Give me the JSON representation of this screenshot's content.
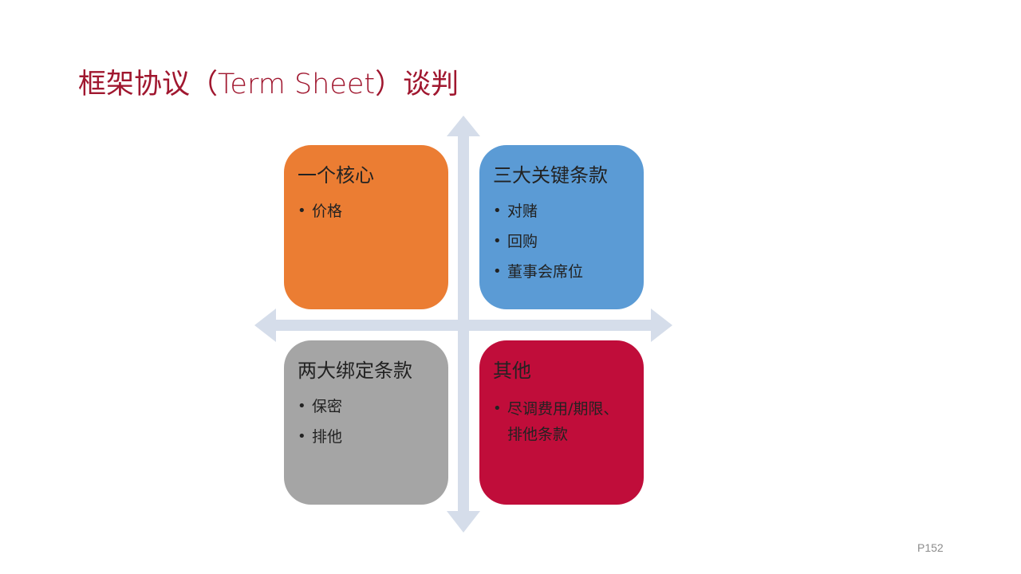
{
  "slide": {
    "title": "框架协议（Term Sheet）谈判",
    "page_number": "P152"
  },
  "colors": {
    "title": "#A0172F",
    "axis": "#D5DDEA",
    "top_left": "#EB7D33",
    "top_right": "#5B9BD5",
    "bottom_left": "#A5A5A5",
    "bottom_right": "#C00D3A",
    "page_number": "#8C8C8C"
  },
  "quadrants": [
    {
      "heading": "一个核心",
      "items": [
        "价格"
      ]
    },
    {
      "heading": "三大关键条款",
      "items": [
        "对赌",
        "回购",
        "董事会席位"
      ]
    },
    {
      "heading": "两大绑定条款",
      "items": [
        "保密",
        "排他"
      ]
    },
    {
      "heading": "其他",
      "items": [
        "尽调费用/期限、排他条款"
      ]
    }
  ]
}
